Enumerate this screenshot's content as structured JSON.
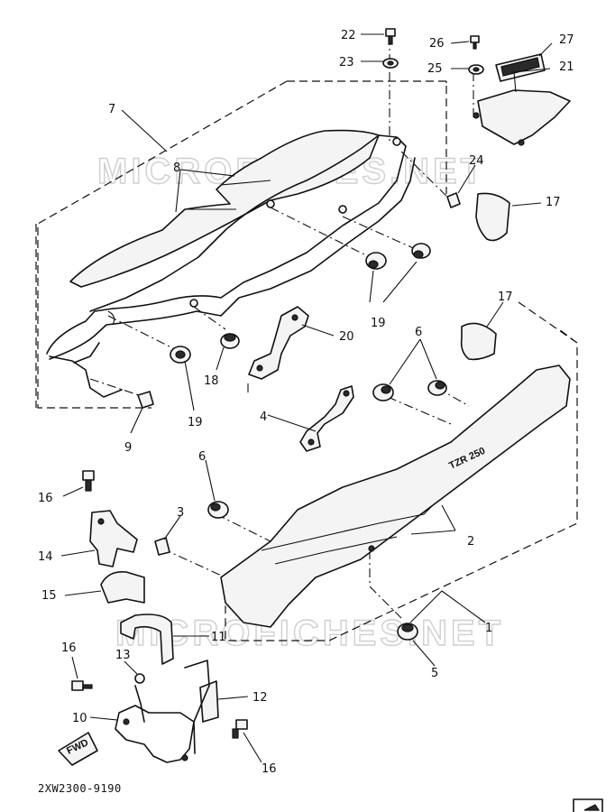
{
  "diagram": {
    "watermarks": [
      "MICROFICHES.NET",
      "MICROFICHES.NET"
    ],
    "drawing_code": "2XW2300-9190",
    "labels": {
      "p1": "1",
      "p2": "2",
      "p3": "3",
      "p4": "4",
      "p5": "5",
      "p6a": "6",
      "p6b": "6",
      "p7": "7",
      "p8": "8",
      "p9": "9",
      "p10": "10",
      "p11": "11",
      "p12": "12",
      "p13": "13",
      "p14": "14",
      "p15": "15",
      "p16a": "16",
      "p16b": "16",
      "p16c": "16",
      "p17a": "17",
      "p17b": "17",
      "p18": "18",
      "p19a": "19",
      "p19b": "19",
      "p20": "20",
      "p21": "21",
      "p22": "22",
      "p23": "23",
      "p24": "24",
      "p25": "25",
      "p26": "26",
      "p27": "27"
    },
    "arrow_tag": "FWD",
    "side_cover_marking": "TZR 250",
    "ink_color": "#111111"
  }
}
